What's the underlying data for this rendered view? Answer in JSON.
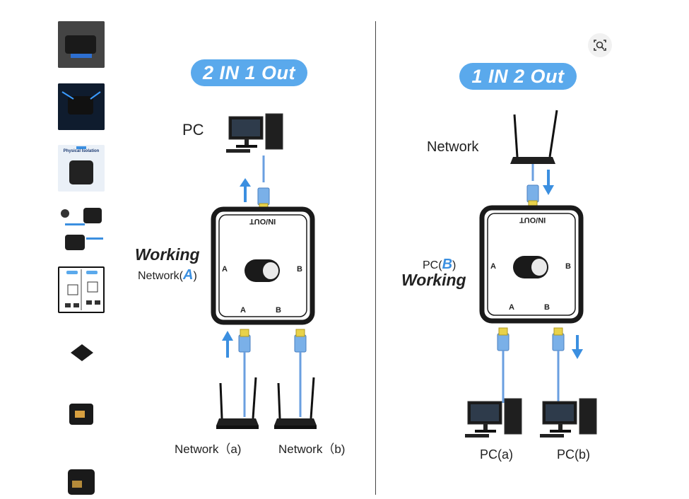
{
  "thumbnails": [
    {
      "id": "t1",
      "selected": false
    },
    {
      "id": "t2",
      "selected": false
    },
    {
      "id": "t3",
      "selected": false,
      "banner": "Physical Isolation"
    },
    {
      "id": "t4",
      "selected": false
    },
    {
      "id": "t5",
      "selected": true
    },
    {
      "id": "t6",
      "selected": false
    },
    {
      "id": "t7",
      "selected": false
    },
    {
      "id": "t8",
      "selected": false
    }
  ],
  "left_panel": {
    "title": "2 IN 1 Out",
    "pc_label": "PC",
    "device_label": "IN/OUT",
    "working_label": "Working",
    "network_prefix": "Network(",
    "network_letter": "A",
    "network_suffix": ")",
    "port_a": "A",
    "port_b": "B",
    "bottom_a": "A",
    "bottom_b": "B",
    "network_a": "Network（a)",
    "network_b": "Network（b)"
  },
  "right_panel": {
    "title": "1 IN 2 Out",
    "network_label": "Network",
    "device_label": "IN/OUT",
    "pc_prefix": "PC(",
    "pc_letter": "B",
    "pc_suffix": ")",
    "working_label": "Working",
    "port_a": "A",
    "port_b": "B",
    "bottom_a": "A",
    "bottom_b": "B",
    "pc_a": "PC(a)",
    "pc_b": "PC(b)"
  },
  "colors": {
    "accent": "#5aa9ec",
    "cable": "#6a9fe0",
    "arrow": "#3b8fe0",
    "device_border": "#1a1a1a"
  },
  "icons": {
    "zoom": "visual-search-icon"
  }
}
